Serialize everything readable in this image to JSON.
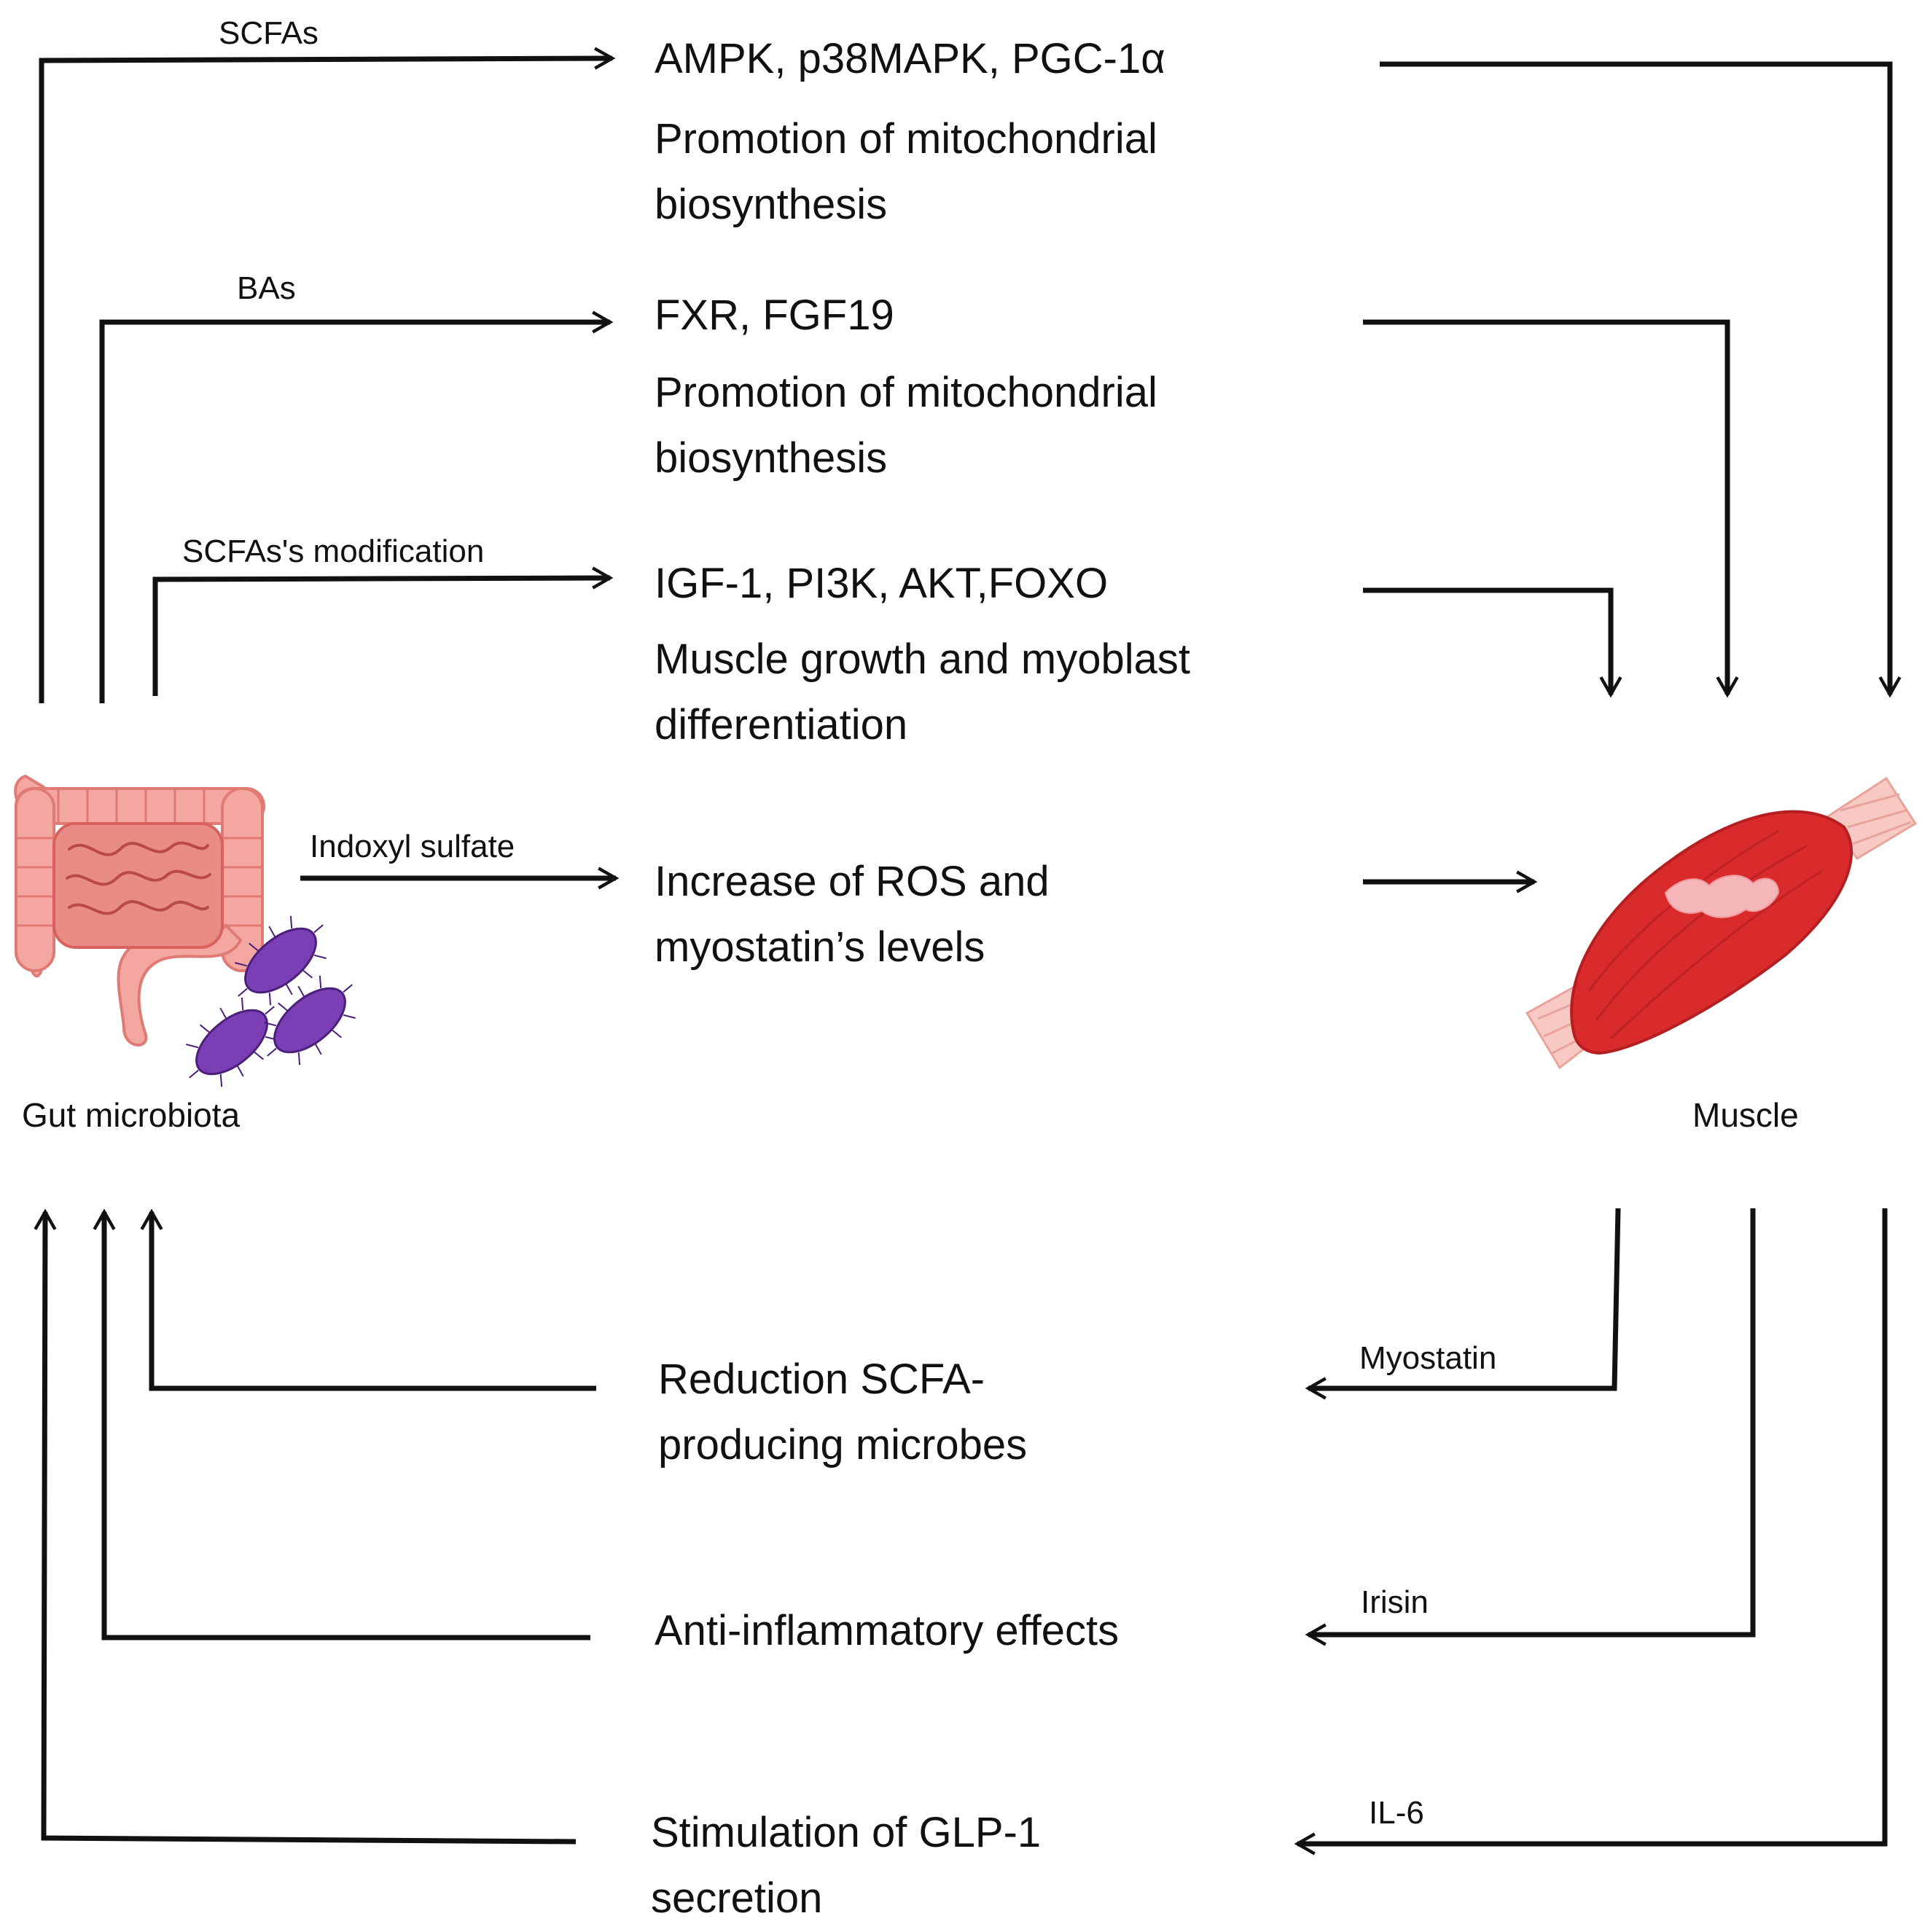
{
  "colors": {
    "line": "#111111",
    "intestine_fill": "#f4a7a0",
    "intestine_outline": "#e07a74",
    "intestine_inner": "#d9615e",
    "bacteria_fill": "#7b3fb5",
    "bacteria_outline": "#4b1f7a",
    "muscle_fill": "#d92b2b",
    "muscle_dark": "#b51f22",
    "muscle_highlight": "#f4b6b8",
    "tendon": "#f7c9c2"
  },
  "nodes": {
    "gut": {
      "label": "Gut microbiota",
      "icon": "intestine-bacteria-icon"
    },
    "muscle": {
      "label": "Muscle",
      "icon": "muscle-icon"
    }
  },
  "pathways": {
    "scfas": {
      "edge_label": "SCFAs",
      "targets": "AMPK, p38MAPK, PGC-1α",
      "effect_line1": "Promotion of mitochondrial",
      "effect_line2": "biosynthesis"
    },
    "bas": {
      "edge_label": "BAs",
      "targets": "FXR, FGF19",
      "effect_line1": "Promotion of mitochondrial",
      "effect_line2": "biosynthesis"
    },
    "scfa_mod": {
      "edge_label": "SCFAs's modification",
      "targets": "IGF-1, PI3K, AKT,FOXO",
      "effect_line1": "Muscle growth and myoblast",
      "effect_line2": "differentiation"
    },
    "indoxyl": {
      "edge_label": "Indoxyl sulfate",
      "effect_line1": "Increase of ROS and",
      "effect_line2": "myostatin’s levels"
    },
    "myostatin": {
      "edge_label": "Myostatin",
      "effect_line1": "Reduction SCFA-",
      "effect_line2": "producing microbes"
    },
    "irisin": {
      "edge_label": "Irisin",
      "effect_line1": "Anti-inflammatory effects"
    },
    "il6": {
      "edge_label": "IL-6",
      "effect_line1": "Stimulation of GLP-1",
      "effect_line2": "secretion"
    }
  }
}
